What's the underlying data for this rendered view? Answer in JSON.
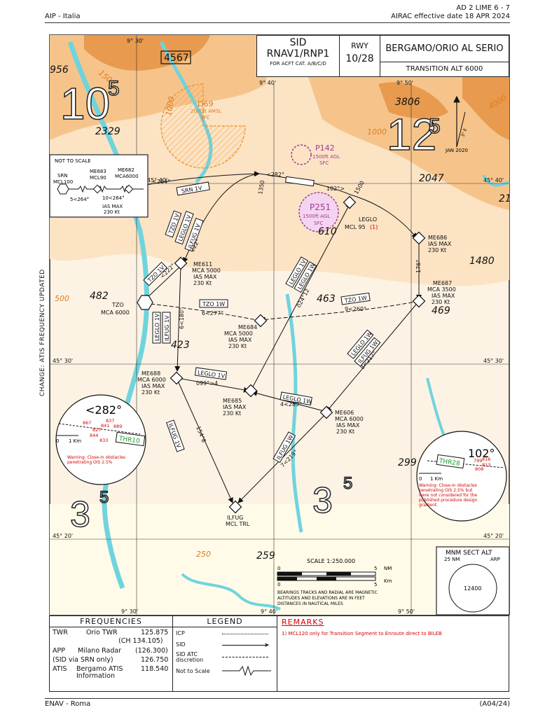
{
  "header": {
    "left": "AIP - Italia",
    "right_top": "AD 2 LIME 6 - 7",
    "right_bottom": "AIRAC effective date 18 APR 2024"
  },
  "footer": {
    "left": "ENAV - Roma",
    "right": "(A04/24)"
  },
  "side_note": "CHANGE: ATIS FREQUENCY UPDATED",
  "title_box": {
    "sid": "SID",
    "rnav": "RNAV1/RNP1",
    "acft": "FOR ACFT CAT. A/B/C/D",
    "rwy_label": "RWY",
    "rwy": "10/28",
    "airport": "BERGAMO/ORIO AL SERIO",
    "transition": "TRANSITION ALT 6000"
  },
  "grid": {
    "lon_930": "9° 30'",
    "lon_940": "9° 40'",
    "lon_950": "9° 50'",
    "lat_4540": "45° 40'",
    "lat_4530": "45° 30'",
    "lat_4520": "45° 20'"
  },
  "msa": {
    "big_left": "10",
    "big_left_sup": "5",
    "big_right": "12",
    "big_right_sup": "5",
    "big_bl": "3",
    "big_bl_sup": "5",
    "big_bc": "3",
    "big_bc_sup": "5"
  },
  "elevations": {
    "e4567": "4567",
    "e956": "956",
    "e2329": "2329",
    "e3806": "3806",
    "e2047": "2047",
    "e21": "21",
    "e1480": "1480",
    "e482": "482",
    "e463": "463",
    "e469": "469",
    "e423": "423",
    "e610": "610",
    "e299": "299",
    "e259": "259"
  },
  "contours": {
    "c1500": "1500",
    "c1000a": "1000",
    "c1000b": "1000",
    "c4000": "4000",
    "c500": "500",
    "c250": "250"
  },
  "areas": {
    "d69": "D69",
    "d69_alt": "2000ft AMSL",
    "d69_sfc": "SFC",
    "p142": "P142",
    "p142_alt": "1500ft AGL",
    "p142_sfc": "SFC",
    "p251": "P251",
    "p251_alt": "1500ft AGL",
    "p251_sfc": "SFC"
  },
  "north": {
    "date": "JAN 2020",
    "var": "3° E"
  },
  "nts_box": {
    "title": "NOT TO SCALE",
    "srn": "SRN",
    "srn_mcl": "MCL100",
    "me683": "ME683",
    "me683_mcl": "MCL90",
    "me682": "ME682",
    "me682_mca": "MCA6000",
    "leg1": "5<264°",
    "leg2": "10<264°",
    "ias": "IAS MAX",
    "ias_v": "230 Kt"
  },
  "waypoints": {
    "leglo": "LEGLO",
    "leglo_mcl": "MCL 95",
    "leglo_note": "(1)",
    "me686": "ME686",
    "me686_ias": "IAS MAX",
    "me686_ias_v": "230 Kt",
    "me687": "ME687",
    "me687_mca": "MCA 3500",
    "me687_ias": "IAS MAX",
    "me687_ias_v": "230 Kt",
    "me611": "ME611",
    "me611_mca": "MCA 5000",
    "me611_ias": "IAS MAX",
    "me611_ias_v": "230 Kt",
    "tzo": "TZO",
    "tzo_mca": "MCA 6000",
    "me684": "ME684",
    "me684_mca": "MCA 5000",
    "me684_ias": "IAS MAX",
    "me684_ias_v": "230 Kt",
    "me688": "ME688",
    "me688_mca": "MCA 6000",
    "me688_ias": "IAS MAX",
    "me688_ias_v": "230 Kt",
    "me685": "ME685",
    "me685_ias": "IAS MAX",
    "me685_ias_v": "230 Kt",
    "me606": "ME606",
    "me606_mca": "MCA 6000",
    "me606_ias": "IAS MAX",
    "me606_ias_v": "230 Kt",
    "ilfug": "ILFUG",
    "ilfug_mcl": "MCL TRL"
  },
  "legs": {
    "l264": "<264°",
    "l282": "<282°",
    "l102": "102°>",
    "l1500": "1500",
    "l1350": "1350",
    "l222a": "222°",
    "l222b": "<222°",
    "l176": "176°",
    "l180": "6<180°",
    "l277": "6<277°",
    "l260": "9<260°",
    "l024": "024°12",
    "l217": "8<217°",
    "l099": "099°>4",
    "l283": "4<283°",
    "l154": "154°8",
    "l219": "7<219°"
  },
  "route_tags": {
    "srn1v": "SRN 1V",
    "tzo1v_a": "TZO 1V",
    "leglo1v_a": "LEGLO 1V",
    "ilfug1v_a": "ILFUG 1V",
    "tzo1v_b": "TZO 1V",
    "tzo1w_a": "TZO 1W",
    "tzo1w_b": "TZO 1W",
    "leglo1v_b": "LEGLO 1V",
    "leglo1w_a": "LEGLO 1W",
    "leglo1w_b": "LEGLO 1W",
    "ilfug1w_a": "ILFUG 1W",
    "leglo1v_c": "LEGLO 1V",
    "ilfug1v_b": "ILFUG 1V",
    "leglo1v_d": "LEGLO 1V",
    "ilfug1v_c": "ILFUG 1V",
    "leglo1w_c": "LEGLO 1W",
    "ilfug1w_b": "ILFUG 1W"
  },
  "inset_left": {
    "bearing": "<282°",
    "thr": "THR10",
    "scale0": "0",
    "scale1": "1 Km",
    "o867": "867",
    "o837": "837",
    "o841": "841",
    "o889": "889",
    "o827": "827",
    "o844": "844",
    "o833": "833",
    "warn1": "Warning: Close-in obstacles",
    "warn2": "penetrating OIS 2.5%"
  },
  "inset_right": {
    "bearing": "102°",
    "thr": "THR28",
    "scale0": "0",
    "scale1": "1 Km",
    "o799": "799",
    "o816": "816",
    "o813": "813",
    "o808": "808",
    "warn1": "Warning: Close-in obstacles",
    "warn2": "penetrating OIS 2.5% but",
    "warn3": "were not considered for the",
    "warn4": "published procedure design",
    "warn5": "gradient."
  },
  "scale": {
    "title": "SCALE 1:250.000",
    "nm": "NM",
    "km": "Km",
    "n0": "0",
    "n5": "5",
    "k0": "0",
    "k5": "5",
    "note1": "BEARINGS TRACKS AND RADIAL ARE MAGNETIC",
    "note2": "ALTITUDES AND ELEVATIONS ARE IN FEET",
    "note3": "DISTANCES IN NAUTICAL MILES"
  },
  "mnm": {
    "title": "MNM SECT ALT",
    "radius": "25 NM",
    "arp": "ARP",
    "alt": "12400"
  },
  "frequencies": {
    "title": "FREQUENCIES",
    "rows": [
      {
        "unit": "TWR",
        "name": "Orio TWR",
        "freq": "125.875"
      },
      {
        "unit": "",
        "name": "",
        "freq": "(CH 134.105)"
      },
      {
        "unit": "APP",
        "name": "Milano Radar",
        "freq": "(126.300)"
      },
      {
        "unit": "(SID via SRN only)",
        "name": "",
        "freq": "126.750"
      },
      {
        "unit": "ATIS",
        "name": "Bergamo ATIS",
        "freq": "118.540"
      },
      {
        "unit": "",
        "name": "Information",
        "freq": ""
      }
    ]
  },
  "legend": {
    "title": "LEGEND",
    "icp": "ICP",
    "sid": "SID",
    "sid_atc": "SID ATC",
    "sid_atc2": "discretion",
    "nts": "Not to Scale"
  },
  "remarks": {
    "title": "REMARKS",
    "r1": "1)  MCL120 only for Transition Segment to Enroute direct to BILEB"
  },
  "colors": {
    "terrain_light": "#fbe3c4",
    "terrain_mid": "#f6c48a",
    "terrain_dark": "#e89a4e",
    "water": "#6fd4de",
    "magenta": "#a03c96",
    "red": "#d40000",
    "orange": "#f08a24"
  }
}
